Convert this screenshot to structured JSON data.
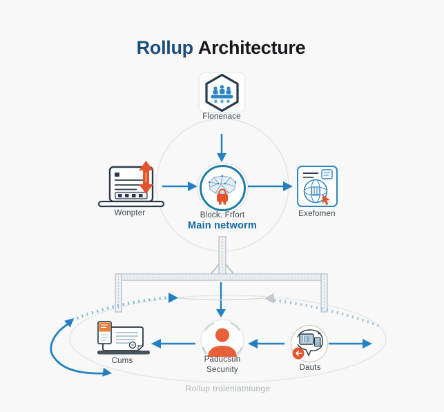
{
  "title": {
    "part1": "Rollup",
    "part2": "Architecture"
  },
  "caption": "Rollup trolenlatniunge",
  "nodes": {
    "governance": {
      "label": "Flonenace",
      "icon": "team-hexagon-icon"
    },
    "wallet": {
      "label": "Wonpter",
      "icon": "laptop-sync-icon"
    },
    "network": {
      "sublabel": "Block. Frfort",
      "label": "Main networm",
      "icon": "brain-network-icon"
    },
    "explorer": {
      "label": "Exefomen",
      "icon": "globe-card-icon"
    },
    "contracts": {
      "label": "Cums",
      "icon": "certificate-icon"
    },
    "security": {
      "label_line1": "Paducsun",
      "label_line2": "Secunity",
      "icon": "person-icon"
    },
    "data": {
      "label": "Dauts",
      "icon": "hand-server-icon"
    }
  },
  "colors": {
    "accent_blue": "#2480c2",
    "title_blue": "#1c4e7b",
    "network_label_blue": "#1166a6",
    "person_orange": "#e8603a",
    "red_orange": "#e2542e",
    "structure_gray": "#b6c1c8",
    "dashed_blue": "#85bcd8",
    "faint_outline": "#e2e5e7"
  }
}
